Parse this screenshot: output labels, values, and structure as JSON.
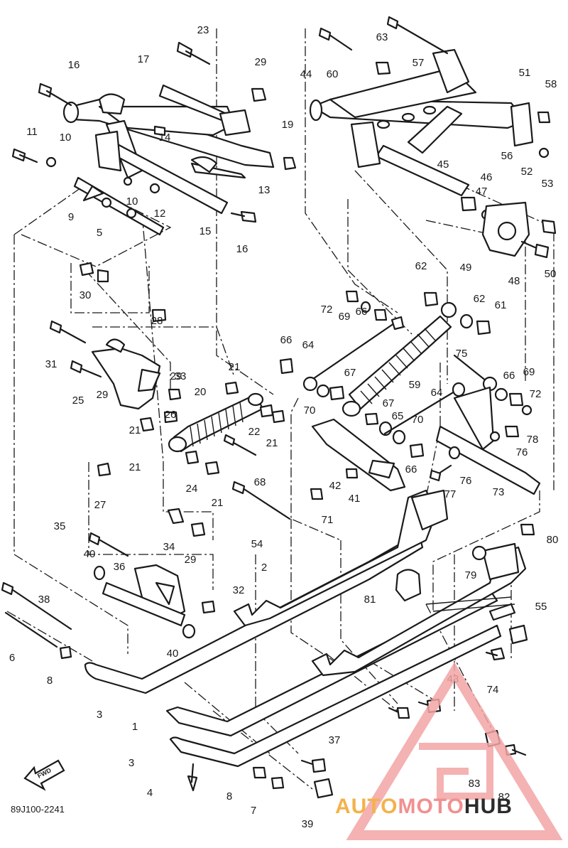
{
  "diagram": {
    "code": "89J100-2241",
    "fwd_label": "FWD",
    "callouts": [
      "1",
      "2",
      "3",
      "3",
      "4",
      "5",
      "6",
      "7",
      "8",
      "8",
      "9",
      "10",
      "10",
      "11",
      "12",
      "13",
      "14",
      "15",
      "16",
      "16",
      "17",
      "19",
      "20",
      "21",
      "21",
      "21",
      "21",
      "21",
      "22",
      "23",
      "24",
      "25",
      "26",
      "27",
      "28",
      "29",
      "29",
      "29",
      "29",
      "30",
      "31",
      "32",
      "33",
      "34",
      "35",
      "36",
      "37",
      "38",
      "39",
      "40",
      "40",
      "41",
      "42",
      "43",
      "44",
      "45",
      "46",
      "47",
      "48",
      "49",
      "50",
      "51",
      "52",
      "53",
      "54",
      "55",
      "56",
      "57",
      "58",
      "59",
      "60",
      "61",
      "62",
      "62",
      "63",
      "64",
      "64",
      "65",
      "66",
      "66",
      "66",
      "66",
      "67",
      "67",
      "68",
      "69",
      "69",
      "70",
      "70",
      "71",
      "72",
      "72",
      "73",
      "74",
      "75",
      "76",
      "76",
      "77",
      "78",
      "79",
      "80",
      "81",
      "82",
      "83"
    ]
  },
  "watermark": {
    "brand_part1": "AUTO",
    "brand_part2": "MOTO",
    "brand_part3": "HUB",
    "colors": {
      "part1": "#f4b24a",
      "part2": "#f19090",
      "part3": "#2b2b2b"
    }
  }
}
